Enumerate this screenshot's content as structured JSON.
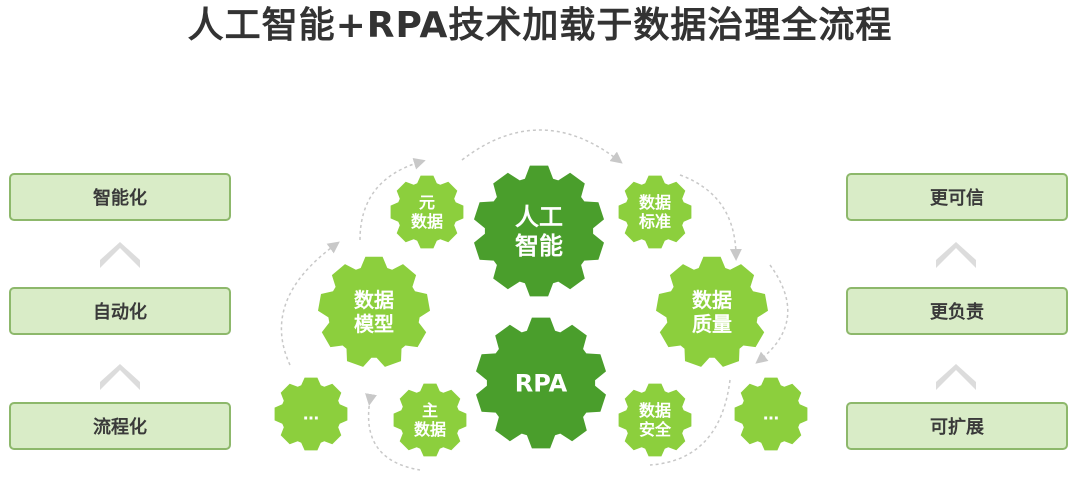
{
  "title": "人工智能+RPA技术加载于数据治理全流程",
  "left_column": [
    "智能化",
    "自动化",
    "流程化"
  ],
  "right_column": [
    "更可信",
    "更负责",
    "可扩展"
  ],
  "gears": [
    {
      "id": "ai",
      "lines": [
        "人工",
        "智能"
      ],
      "color": "#4a9e2c"
    },
    {
      "id": "rpa",
      "lines": [
        "RPA"
      ],
      "color": "#4a9e2c"
    },
    {
      "id": "meta",
      "lines": [
        "元",
        "数据"
      ],
      "color": "#8ccf3d"
    },
    {
      "id": "standard",
      "lines": [
        "数据",
        "标准"
      ],
      "color": "#8ccf3d"
    },
    {
      "id": "model",
      "lines": [
        "数据",
        "模型"
      ],
      "color": "#8ccf3d"
    },
    {
      "id": "quality",
      "lines": [
        "数据",
        "质量"
      ],
      "color": "#8ccf3d"
    },
    {
      "id": "master",
      "lines": [
        "主",
        "数据"
      ],
      "color": "#8ccf3d"
    },
    {
      "id": "security",
      "lines": [
        "数据",
        "安全"
      ],
      "color": "#8ccf3d"
    },
    {
      "id": "more-left",
      "lines": [
        "…"
      ],
      "color": "#8ccf3d"
    },
    {
      "id": "more-right",
      "lines": [
        "…"
      ],
      "color": "#8ccf3d"
    }
  ],
  "colors": {
    "box_fill": "#d9ecc7",
    "box_border": "#8db86b",
    "chevron": "#dcdcdc",
    "dark_gear": "#4a9e2c",
    "light_gear": "#8ccf3d"
  }
}
